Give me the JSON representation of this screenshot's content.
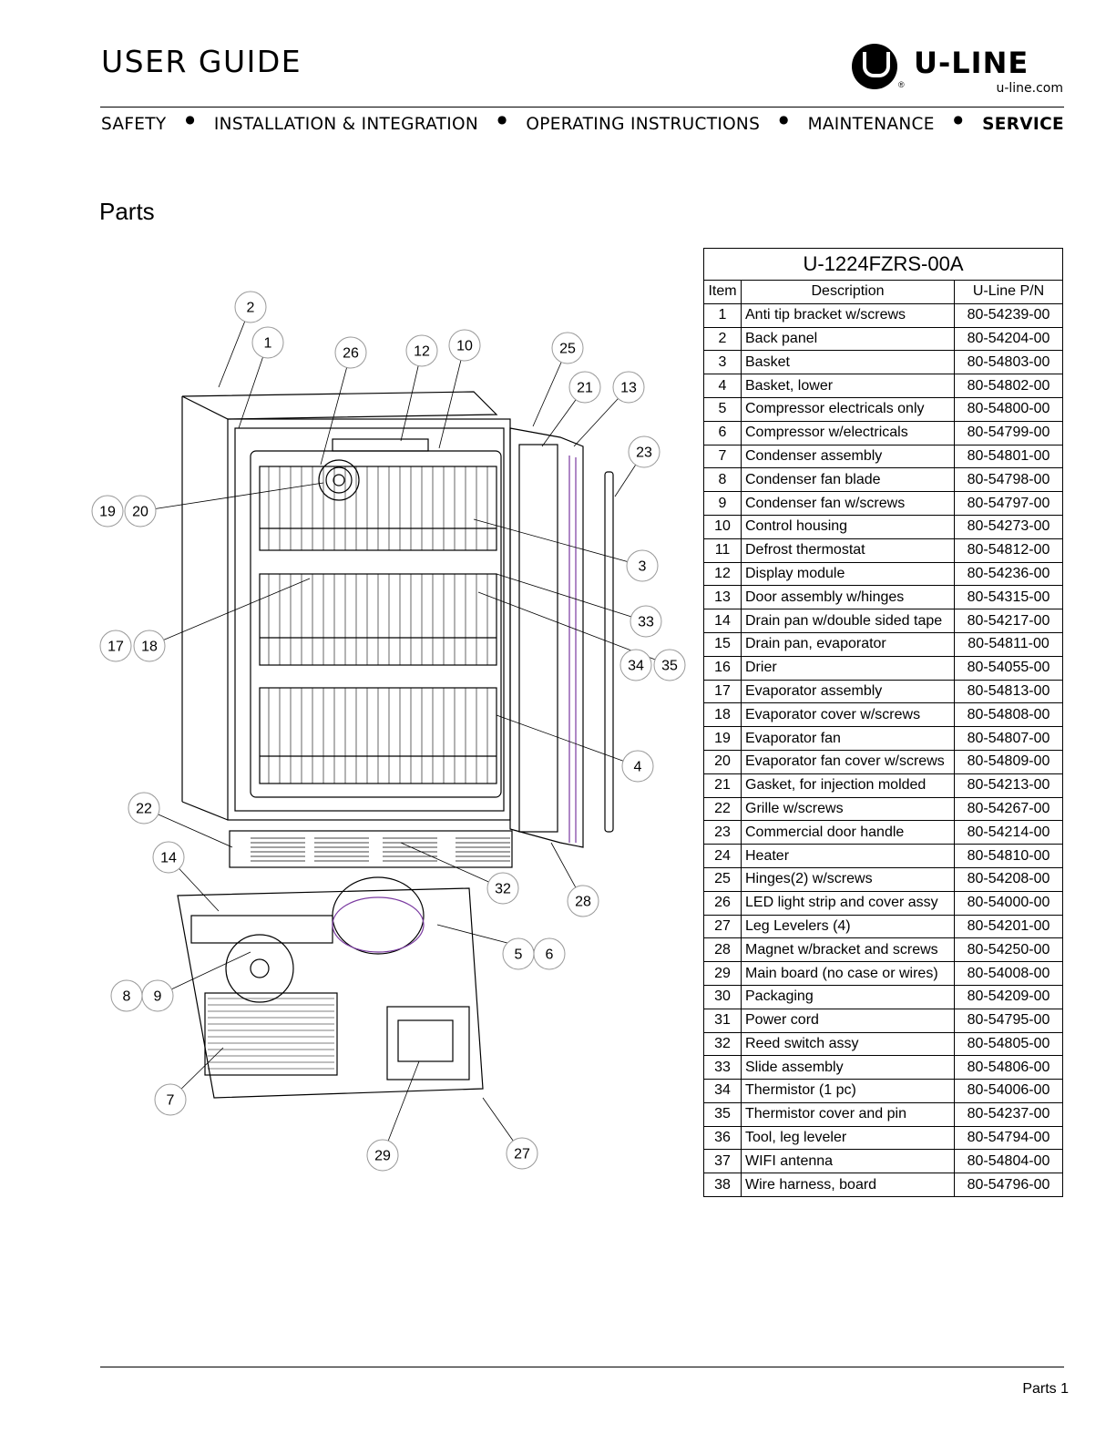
{
  "header": {
    "title": "USER GUIDE",
    "brand": "U-LINE",
    "brand_reg": "®",
    "brand_url": "u-line.com",
    "nav": [
      "SAFETY",
      "INSTALLATION & INTEGRATION",
      "OPERATING INSTRUCTIONS",
      "MAINTENANCE",
      "SERVICE"
    ],
    "nav_active": "SERVICE"
  },
  "section_title": "Parts",
  "diagram": {
    "callouts": [
      "1",
      "2",
      "3",
      "4",
      "5",
      "6",
      "7",
      "8",
      "9",
      "10",
      "12",
      "13",
      "14",
      "17",
      "18",
      "19",
      "20",
      "21",
      "22",
      "23",
      "25",
      "26",
      "27",
      "28",
      "29",
      "32",
      "33",
      "34",
      "35"
    ]
  },
  "table": {
    "model": "U-1224FZRS-00A",
    "columns": [
      "Item",
      "Description",
      "U-Line P/N"
    ],
    "rows": [
      [
        "1",
        "Anti tip bracket w/screws",
        "80-54239-00"
      ],
      [
        "2",
        "Back panel",
        "80-54204-00"
      ],
      [
        "3",
        "Basket",
        "80-54803-00"
      ],
      [
        "4",
        "Basket, lower",
        "80-54802-00"
      ],
      [
        "5",
        "Compressor electricals only",
        "80-54800-00"
      ],
      [
        "6",
        "Compressor w/electricals",
        "80-54799-00"
      ],
      [
        "7",
        "Condenser assembly",
        "80-54801-00"
      ],
      [
        "8",
        "Condenser fan blade",
        "80-54798-00"
      ],
      [
        "9",
        "Condenser fan w/screws",
        "80-54797-00"
      ],
      [
        "10",
        "Control housing",
        "80-54273-00"
      ],
      [
        "11",
        "Defrost thermostat",
        "80-54812-00"
      ],
      [
        "12",
        "Display module",
        "80-54236-00"
      ],
      [
        "13",
        "Door assembly w/hinges",
        "80-54315-00"
      ],
      [
        "14",
        "Drain pan w/double sided tape",
        "80-54217-00"
      ],
      [
        "15",
        "Drain pan, evaporator",
        "80-54811-00"
      ],
      [
        "16",
        "Drier",
        "80-54055-00"
      ],
      [
        "17",
        "Evaporator assembly",
        "80-54813-00"
      ],
      [
        "18",
        "Evaporator cover w/screws",
        "80-54808-00"
      ],
      [
        "19",
        "Evaporator fan",
        "80-54807-00"
      ],
      [
        "20",
        "Evaporator fan cover w/screws",
        "80-54809-00"
      ],
      [
        "21",
        "Gasket, for injection molded",
        "80-54213-00"
      ],
      [
        "22",
        "Grille w/screws",
        "80-54267-00"
      ],
      [
        "23",
        "Commercial door handle",
        "80-54214-00"
      ],
      [
        "24",
        "Heater",
        "80-54810-00"
      ],
      [
        "25",
        "Hinges(2) w/screws",
        "80-54208-00"
      ],
      [
        "26",
        "LED light strip and cover assy",
        "80-54000-00"
      ],
      [
        "27",
        "Leg Levelers (4)",
        "80-54201-00"
      ],
      [
        "28",
        "Magnet w/bracket and screws",
        "80-54250-00"
      ],
      [
        "29",
        "Main board (no case or wires)",
        "80-54008-00"
      ],
      [
        "30",
        "Packaging",
        "80-54209-00"
      ],
      [
        "31",
        "Power cord",
        "80-54795-00"
      ],
      [
        "32",
        "Reed switch assy",
        "80-54805-00"
      ],
      [
        "33",
        "Slide assembly",
        "80-54806-00"
      ],
      [
        "34",
        "Thermistor (1 pc)",
        "80-54006-00"
      ],
      [
        "35",
        "Thermistor cover and pin",
        "80-54237-00"
      ],
      [
        "36",
        "Tool, leg leveler",
        "80-54794-00"
      ],
      [
        "37",
        "WIFI antenna",
        "80-54804-00"
      ],
      [
        "38",
        "Wire harness, board",
        "80-54796-00"
      ]
    ]
  },
  "footer": {
    "page_label": "Parts 1"
  }
}
